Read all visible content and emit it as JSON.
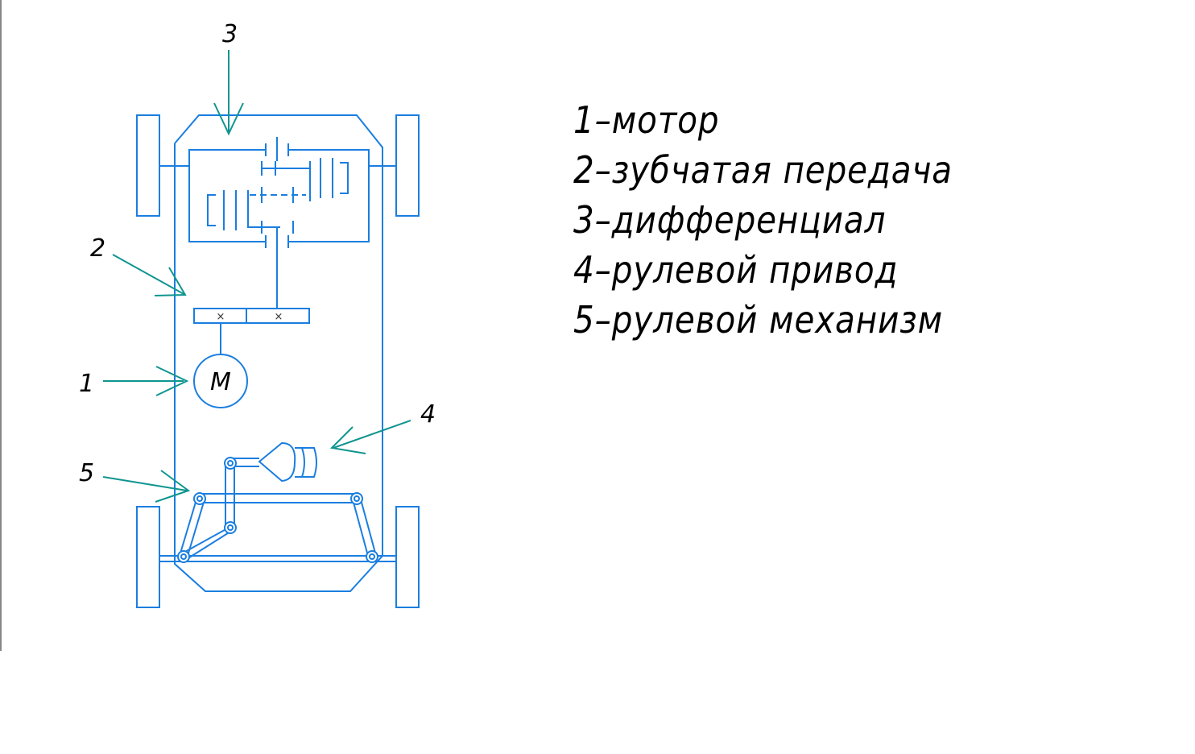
{
  "diagram": {
    "callouts": [
      {
        "id": "1",
        "label": "1"
      },
      {
        "id": "2",
        "label": "2"
      },
      {
        "id": "3",
        "label": "3"
      },
      {
        "id": "4",
        "label": "4"
      },
      {
        "id": "5",
        "label": "5"
      }
    ],
    "motor_symbol": "M",
    "gear_marks": [
      "×",
      "×"
    ],
    "colors": {
      "schematic": "#1a7ee0",
      "arrows": "#0f9590",
      "text": "#000000"
    }
  },
  "legend": {
    "items": [
      "1–мотор",
      "2–зубчатая передача",
      "3–дифференциал",
      "4–рулевой привод",
      "5–рулевой механизм"
    ]
  }
}
